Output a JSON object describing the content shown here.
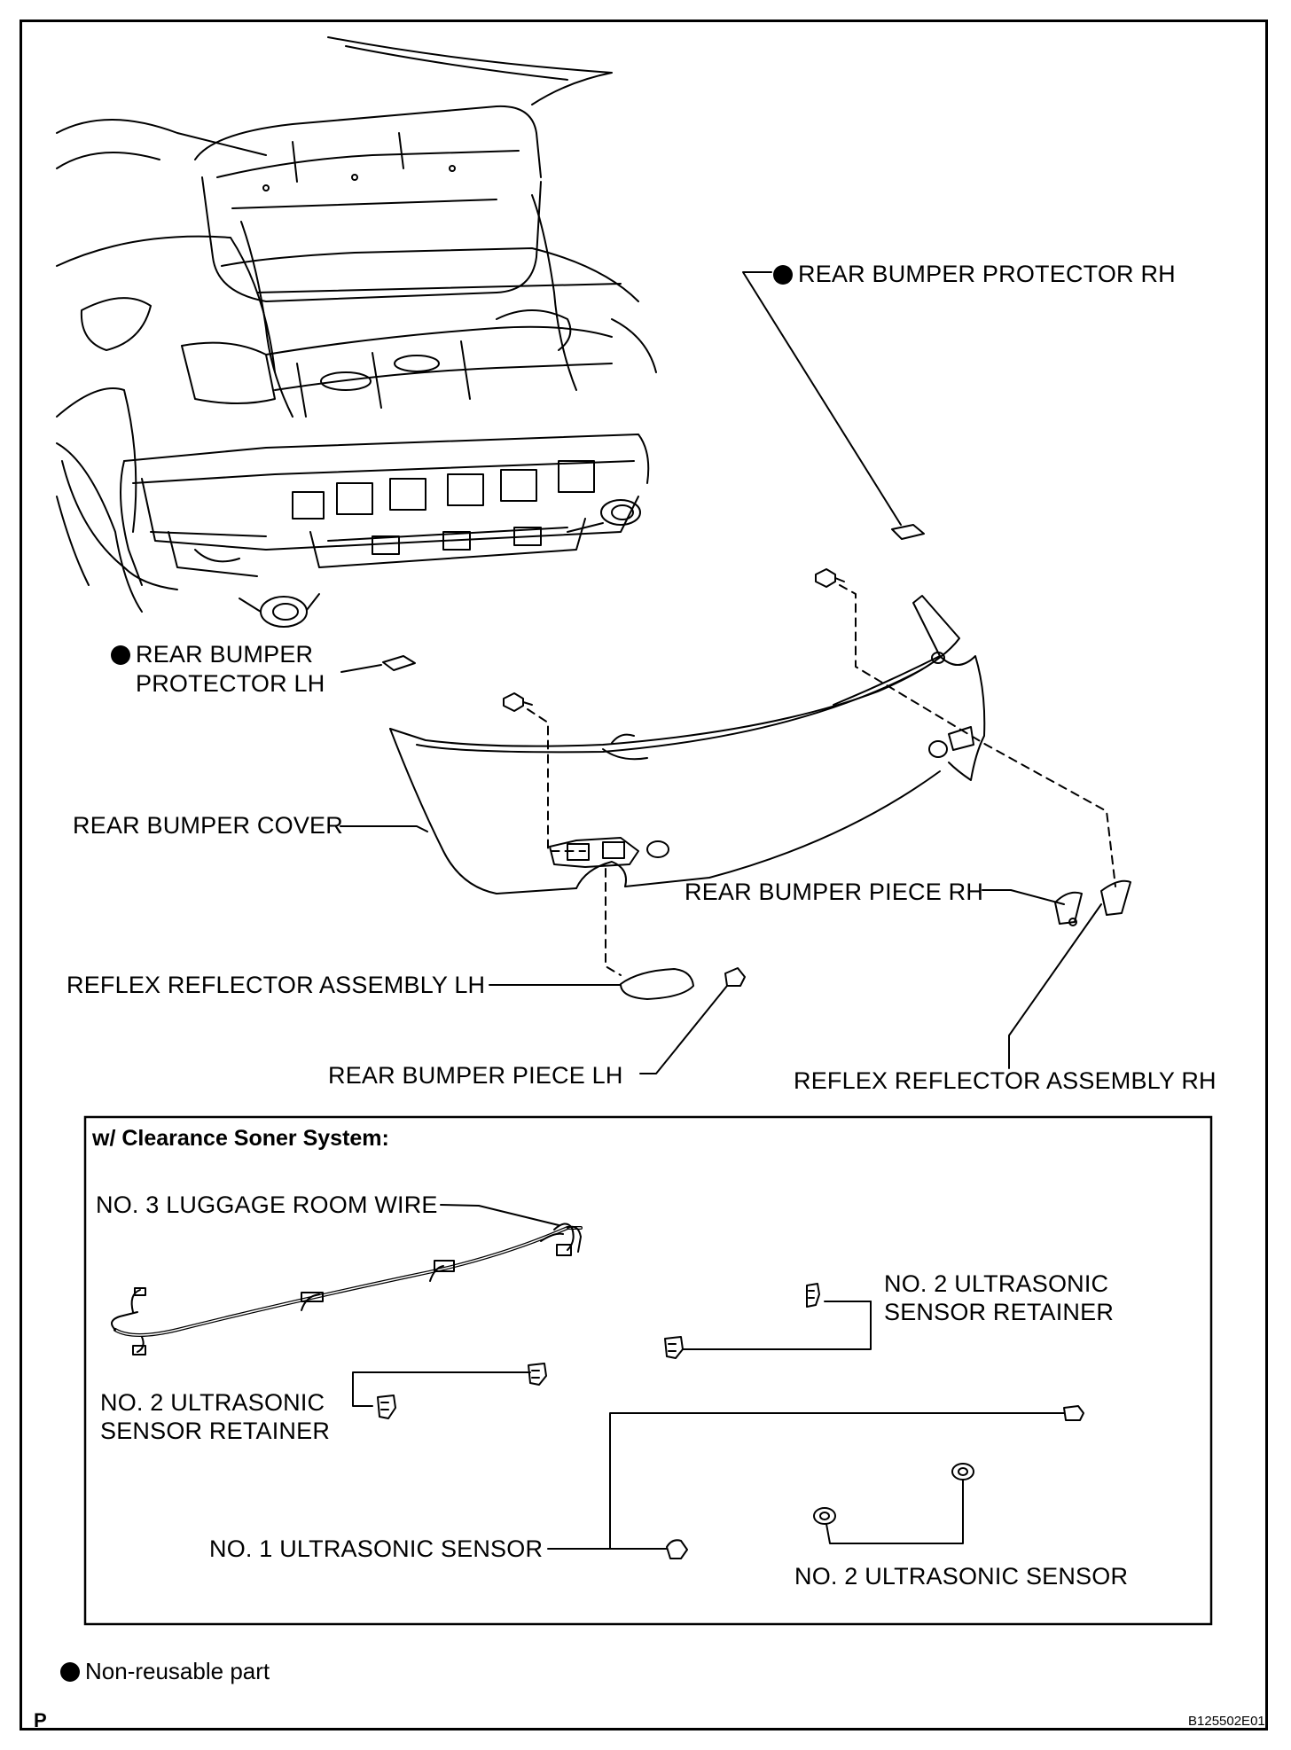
{
  "labels": {
    "protector_rh": "REAR BUMPER PROTECTOR RH",
    "protector_lh_line1": "REAR BUMPER",
    "protector_lh_line2": "PROTECTOR LH",
    "bumper_cover": "REAR BUMPER COVER",
    "piece_rh": "REAR BUMPER PIECE RH",
    "reflector_lh": "REFLEX REFLECTOR ASSEMBLY LH",
    "piece_lh": "REAR BUMPER PIECE LH",
    "reflector_rh": "REFLEX REFLECTOR ASSEMBLY RH"
  },
  "inset": {
    "title": "w/ Clearance Soner System:",
    "luggage_wire": "NO. 3 LUGGAGE ROOM WIRE",
    "retainer_right_line1": "NO. 2 ULTRASONIC",
    "retainer_right_line2": "SENSOR RETAINER",
    "retainer_left_line1": "NO. 2 ULTRASONIC",
    "retainer_left_line2": "SENSOR RETAINER",
    "sensor_no1": "NO. 1 ULTRASONIC SENSOR",
    "sensor_no2": "NO. 2 ULTRASONIC SENSOR"
  },
  "legend": {
    "non_reusable": "Non-reusable part"
  },
  "page_mark": "P",
  "figure_code": "B125502E01"
}
